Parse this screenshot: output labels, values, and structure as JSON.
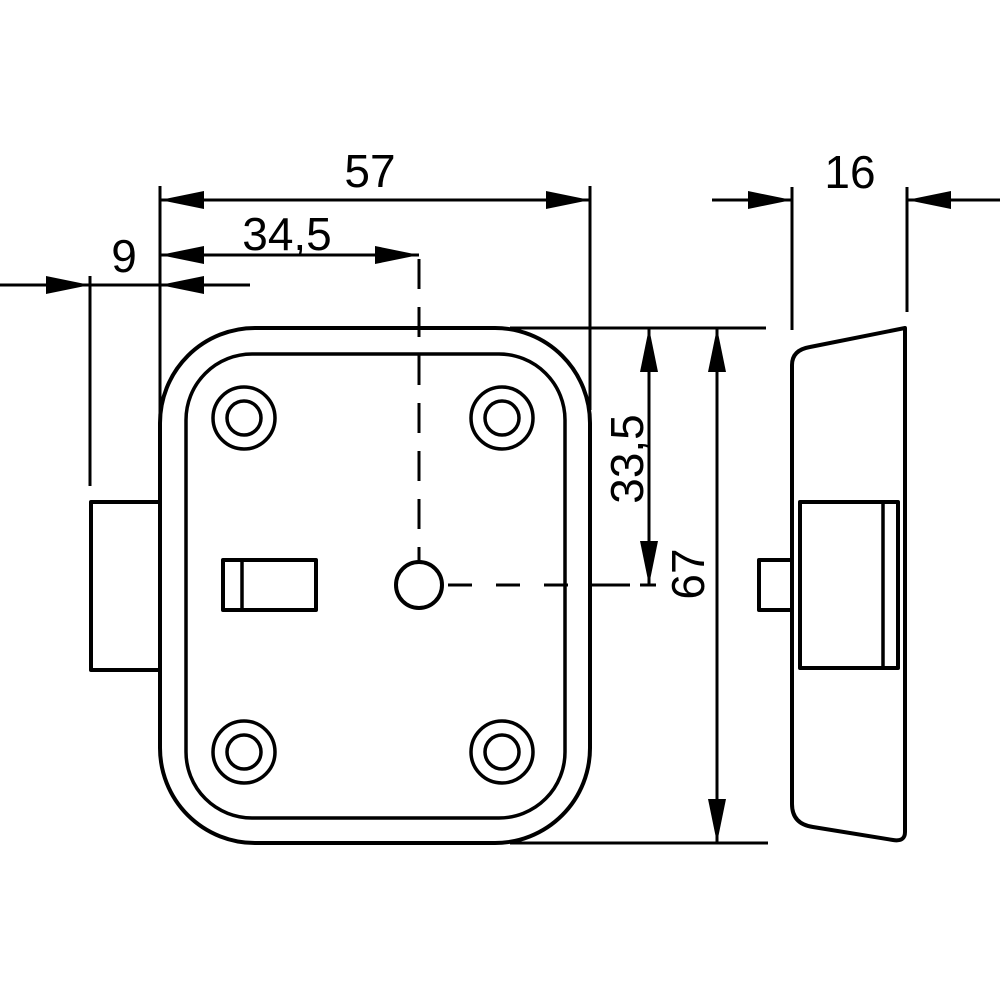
{
  "colors": {
    "background": "#ffffff",
    "line": "#000000",
    "text": "#000000"
  },
  "dimensions": {
    "body_width": "57",
    "spindle_center_from_left": "34,5",
    "bolt_throw": "9",
    "body_depth": "16",
    "spindle_center_from_top": "33,5",
    "body_height": "67"
  }
}
